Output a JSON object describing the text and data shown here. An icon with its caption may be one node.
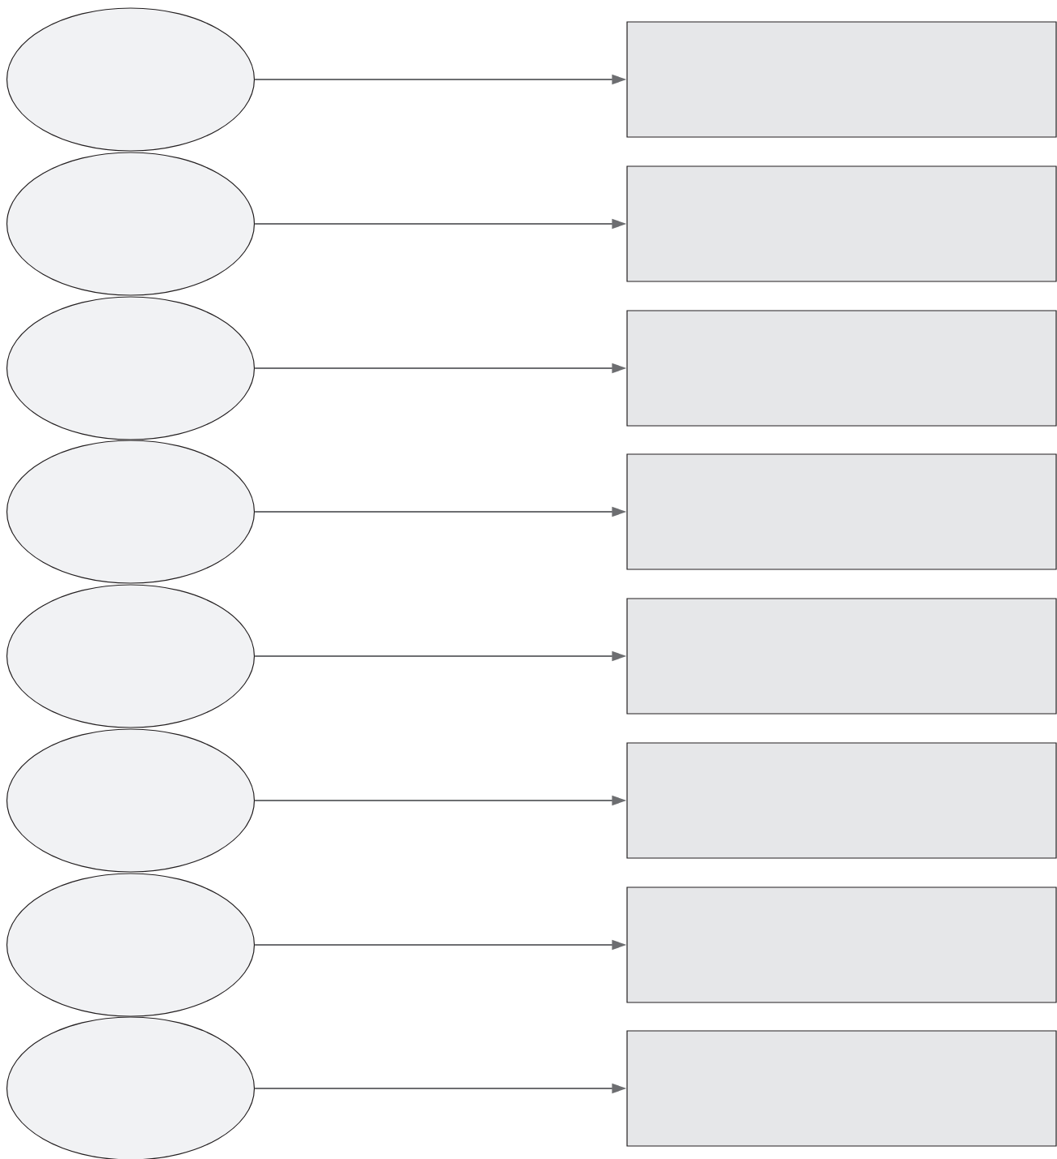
{
  "diagram": {
    "nodes": [
      {
        "text": [],
        "shape": "ellipse"
      },
      {
        "text": [],
        "shape": "box"
      },
      {
        "text": [],
        "shape": "ellipse"
      },
      {
        "text": [],
        "shape": "box"
      },
      {
        "text": [],
        "shape": "ellipse"
      },
      {
        "text": [],
        "shape": "box"
      },
      {
        "text": [],
        "shape": "ellipse"
      },
      {
        "text": [],
        "shape": "box"
      },
      {
        "text": [],
        "shape": "ellipse"
      },
      {
        "text": [],
        "shape": "box"
      },
      {
        "text": [],
        "shape": "ellipse"
      },
      {
        "text": [],
        "shape": "box"
      },
      {
        "text": [],
        "shape": "ellipse"
      },
      {
        "text": [],
        "shape": "box"
      },
      {
        "text": [],
        "shape": "ellipse"
      },
      {
        "text": [],
        "shape": "box"
      }
    ],
    "edges": [
      {
        "from": 0,
        "to": 1,
        "arrow": "to"
      },
      {
        "from": 2,
        "to": 3,
        "arrow": "to"
      },
      {
        "from": 4,
        "to": 5,
        "arrow": "to"
      },
      {
        "from": 6,
        "to": 7,
        "arrow": "to"
      },
      {
        "from": 8,
        "to": 9,
        "arrow": "to"
      },
      {
        "from": 10,
        "to": 11,
        "arrow": "to"
      },
      {
        "from": 12,
        "to": 13,
        "arrow": "to"
      },
      {
        "from": 14,
        "to": 15,
        "arrow": "to"
      }
    ]
  }
}
